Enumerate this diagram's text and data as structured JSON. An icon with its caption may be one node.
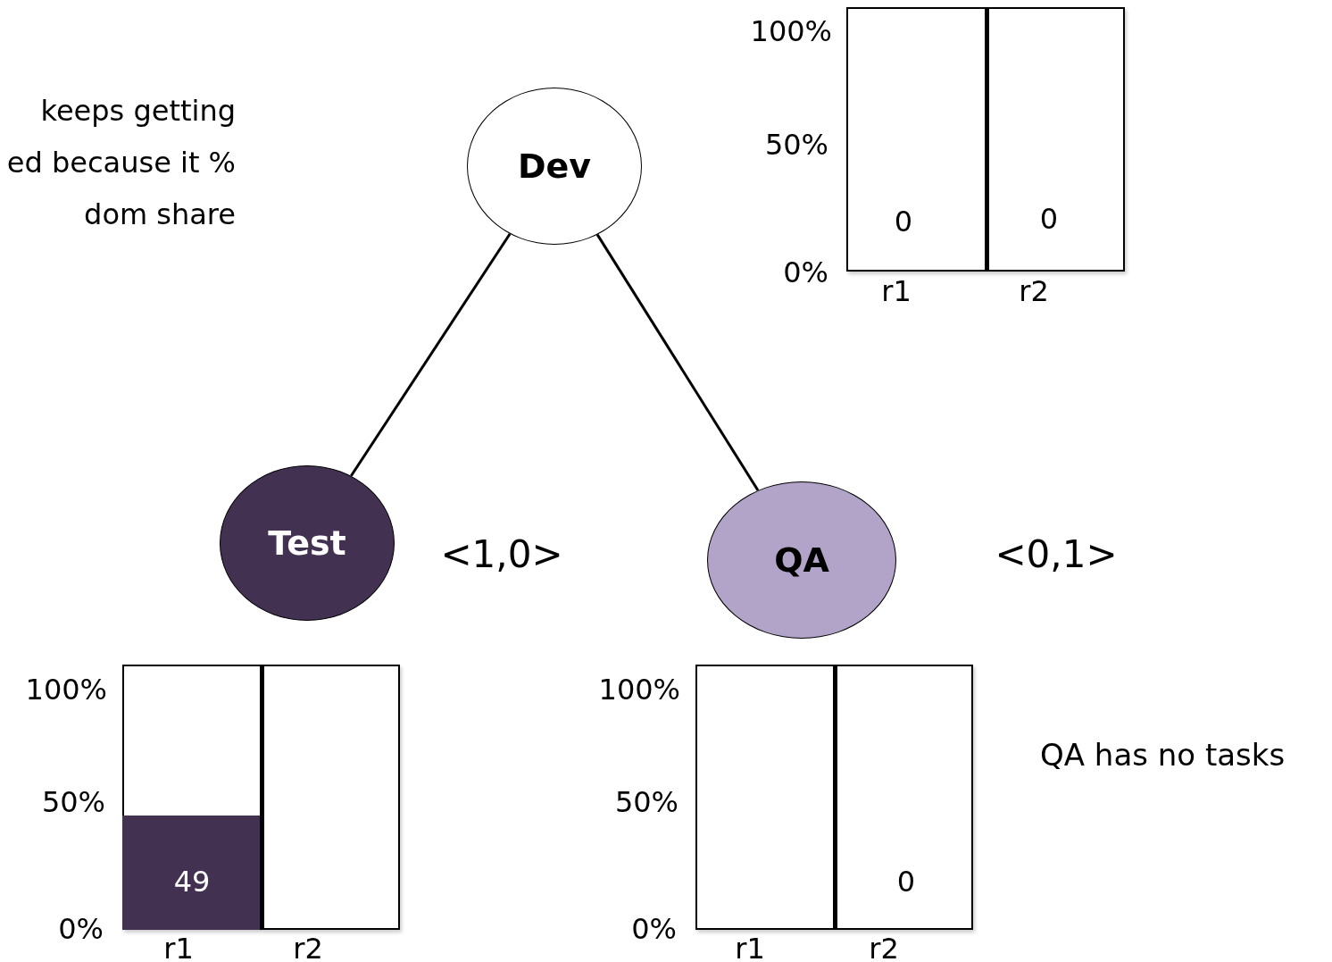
{
  "diagram": {
    "nodes": [
      {
        "text": [
          "Dev"
        ]
      },
      {
        "text": [
          "Test"
        ],
        "beside": [
          "<1,0>"
        ]
      },
      {
        "text": [
          "QA"
        ],
        "beside": [
          "<0,1>"
        ]
      }
    ],
    "edges": [
      {
        "from": 0,
        "to": 1,
        "arrow": "none"
      },
      {
        "from": 0,
        "to": 2,
        "arrow": "none"
      }
    ],
    "labels": [
      "keeps getting ed because it % dom share",
      "100%",
      "50%",
      "0%",
      "r1",
      "r2",
      "0",
      "0",
      "100%",
      "50%",
      "0%",
      "r1",
      "r2",
      "49",
      "100%",
      "50%",
      "0%",
      "r1",
      "r2",
      "0",
      "QA has no tasks"
    ]
  }
}
